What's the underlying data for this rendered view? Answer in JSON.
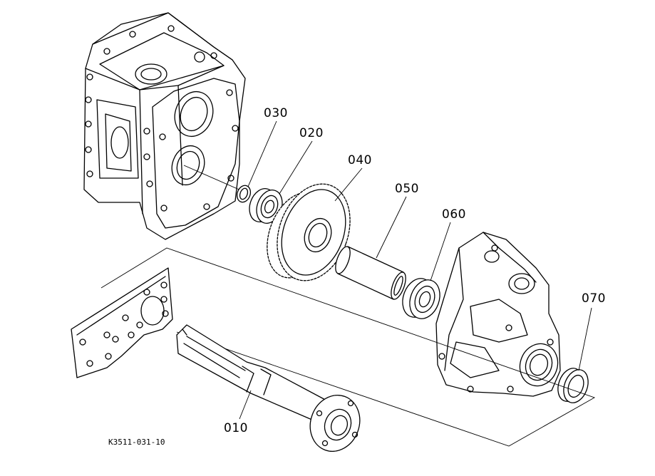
{
  "figure_code": "K3511-031-10",
  "callouts": [
    {
      "id": "030",
      "label": "030",
      "part": "snap-ring"
    },
    {
      "id": "020",
      "label": "020",
      "part": "ball-bearing"
    },
    {
      "id": "040",
      "label": "040",
      "part": "gear"
    },
    {
      "id": "050",
      "label": "050",
      "part": "collar"
    },
    {
      "id": "060",
      "label": "060",
      "part": "ball-bearing"
    },
    {
      "id": "070",
      "label": "070",
      "part": "oil-seal"
    },
    {
      "id": "010",
      "label": "010",
      "part": "flange-shaft"
    }
  ],
  "colors": {
    "line": "#000000",
    "background": "#ffffff"
  }
}
